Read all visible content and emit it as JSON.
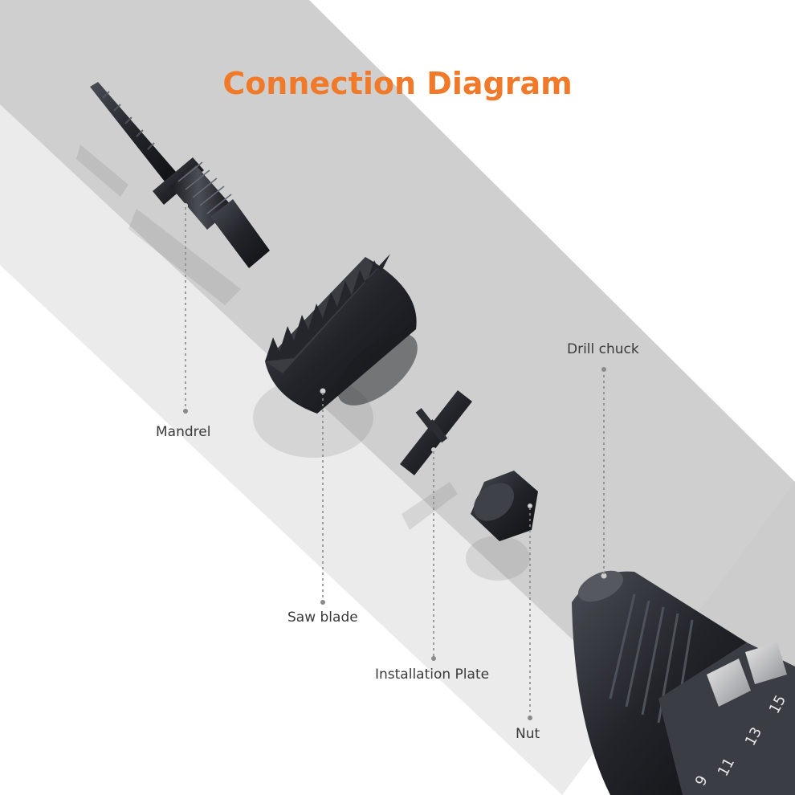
{
  "title": "Connection Diagram",
  "labels": {
    "mandrel": "Mandrel",
    "saw_blade": "Saw blade",
    "installation_plate": "Installation Plate",
    "nut": "Nut",
    "drill_chuck": "Drill chuck"
  },
  "drill_numbers": [
    "9",
    "11",
    "13",
    "15"
  ],
  "colors": {
    "title": "#f07a2a",
    "band": "#cfcfcf",
    "part": "#2b2d33",
    "label": "#3a3a3a",
    "leader": "#8a8a8a"
  }
}
